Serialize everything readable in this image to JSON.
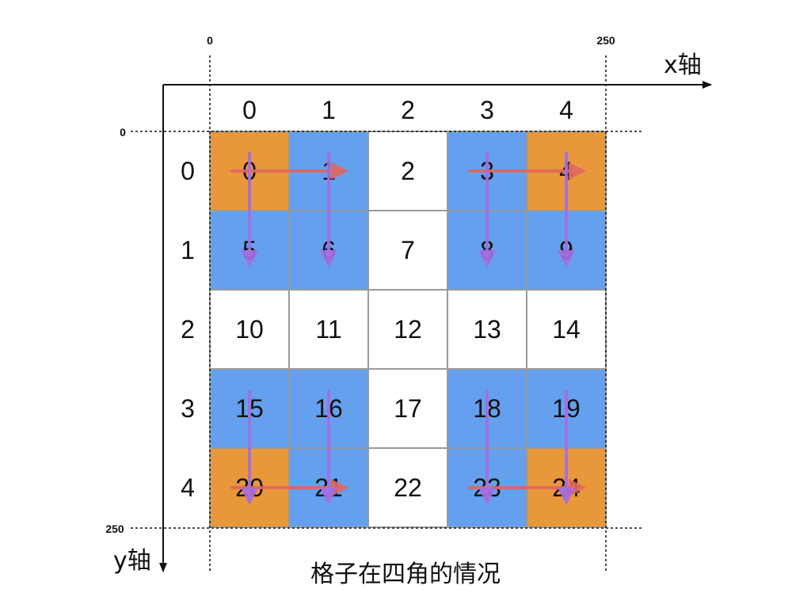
{
  "diagram": {
    "caption": "格子在四角的情况",
    "x_axis_label": "x轴",
    "y_axis_label": "y轴",
    "coord_top_left": "0",
    "coord_top_right": "250",
    "coord_left_top": "0",
    "coord_left_bottom": "250",
    "column_indices": [
      "0",
      "1",
      "2",
      "3",
      "4"
    ],
    "row_indices": [
      "0",
      "1",
      "2",
      "3",
      "4"
    ],
    "grid_size": 5,
    "cells": [
      {
        "label": "0",
        "fill": "orange"
      },
      {
        "label": "1",
        "fill": "blue"
      },
      {
        "label": "2",
        "fill": "white"
      },
      {
        "label": "3",
        "fill": "blue"
      },
      {
        "label": "4",
        "fill": "orange"
      },
      {
        "label": "5",
        "fill": "blue"
      },
      {
        "label": "6",
        "fill": "blue"
      },
      {
        "label": "7",
        "fill": "white"
      },
      {
        "label": "8",
        "fill": "blue"
      },
      {
        "label": "9",
        "fill": "blue"
      },
      {
        "label": "10",
        "fill": "white"
      },
      {
        "label": "11",
        "fill": "white"
      },
      {
        "label": "12",
        "fill": "white"
      },
      {
        "label": "13",
        "fill": "white"
      },
      {
        "label": "14",
        "fill": "white"
      },
      {
        "label": "15",
        "fill": "blue"
      },
      {
        "label": "16",
        "fill": "blue"
      },
      {
        "label": "17",
        "fill": "white"
      },
      {
        "label": "18",
        "fill": "blue"
      },
      {
        "label": "19",
        "fill": "blue"
      },
      {
        "label": "20",
        "fill": "orange"
      },
      {
        "label": "21",
        "fill": "blue"
      },
      {
        "label": "22",
        "fill": "white"
      },
      {
        "label": "23",
        "fill": "blue"
      },
      {
        "label": "24",
        "fill": "orange"
      }
    ],
    "red_arrows": [
      [
        0,
        1
      ],
      [
        3,
        4
      ],
      [
        20,
        21
      ],
      [
        23,
        24
      ]
    ],
    "purple_arrows": [
      [
        0,
        5
      ],
      [
        1,
        6
      ],
      [
        3,
        8
      ],
      [
        4,
        9
      ],
      [
        15,
        20
      ],
      [
        16,
        21
      ],
      [
        18,
        23
      ],
      [
        19,
        24
      ]
    ],
    "colors": {
      "orange": "#E8973A",
      "blue": "#64A0EE",
      "white": "#FFFFFF",
      "grid_line": "#9a9a9a",
      "red_arrow": "#E0675F",
      "purple_arrow": "#A66DE0",
      "axis": "#111111"
    }
  }
}
